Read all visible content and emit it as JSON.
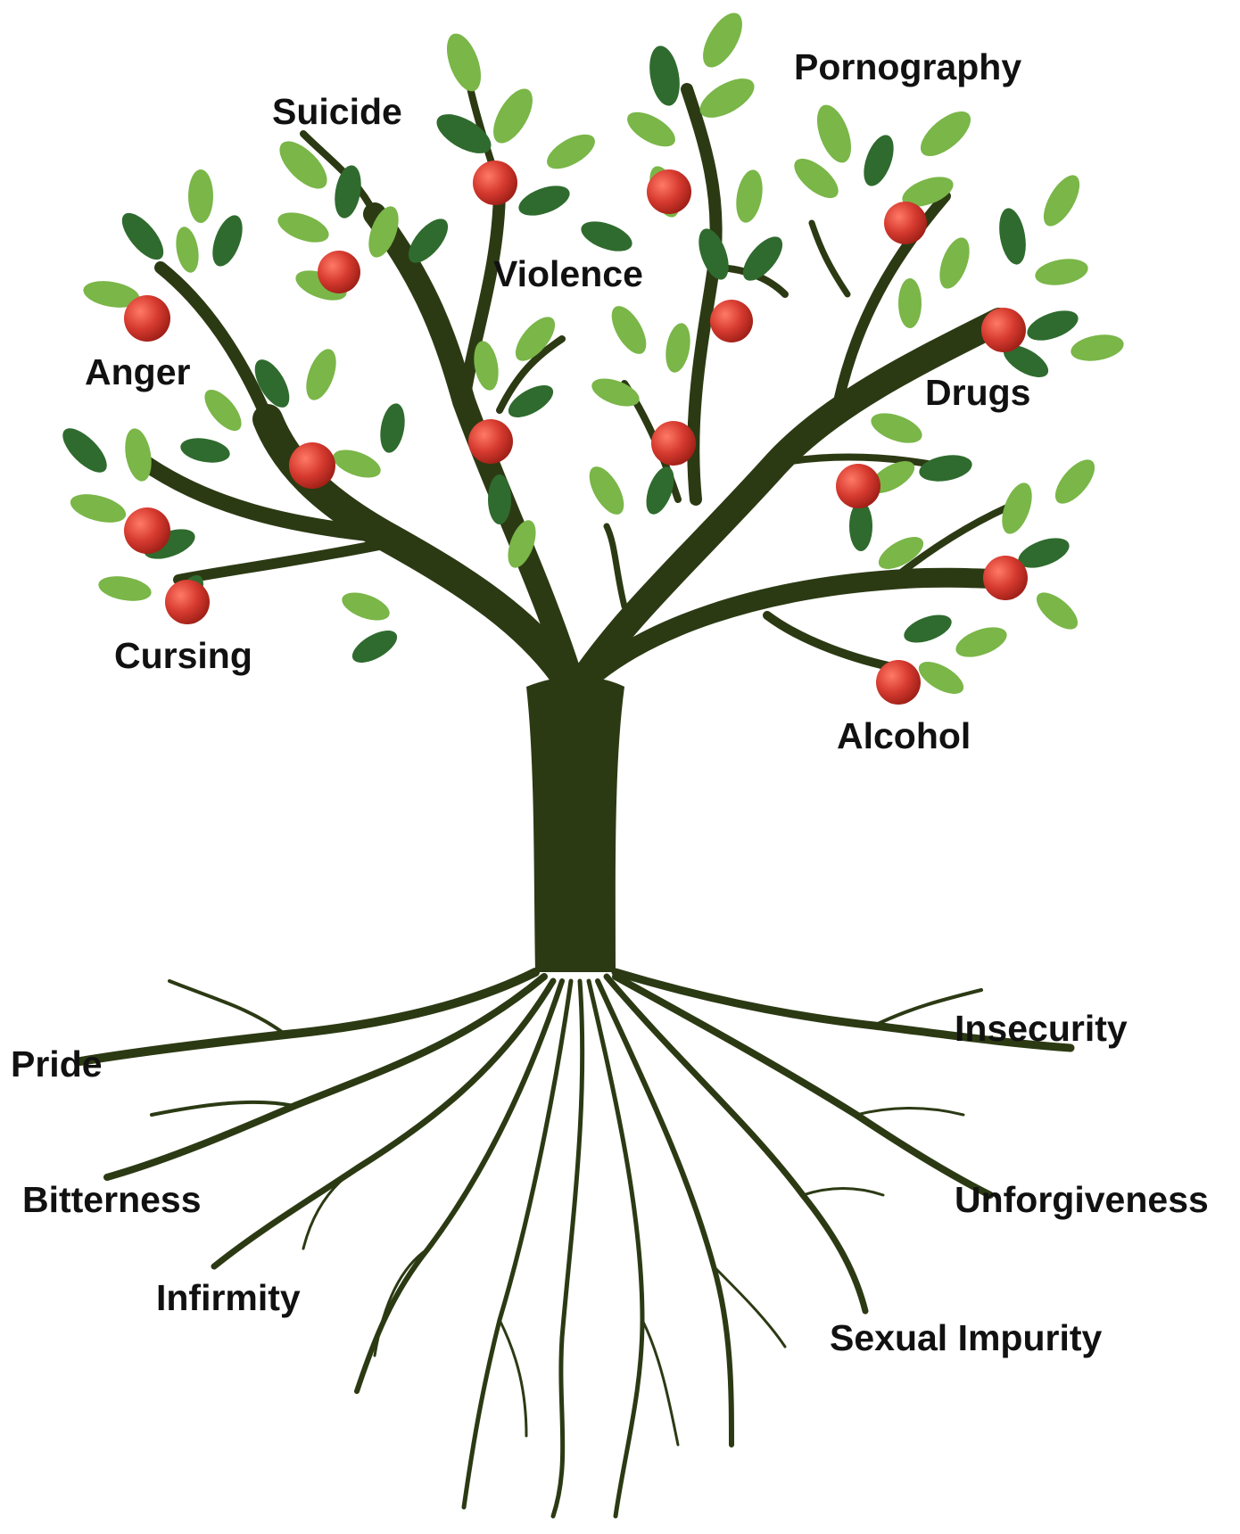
{
  "fruit_labels": {
    "pornography": "Pornography",
    "suicide": "Suicide",
    "violence": "Violence",
    "anger": "Anger",
    "drugs": "Drugs",
    "cursing": "Cursing",
    "alcohol": "Alcohol"
  },
  "root_labels": {
    "insecurity": "Insecurity",
    "pride": "Pride",
    "bitterness": "Bitterness",
    "unforgiveness": "Unforgiveness",
    "infirmity": "Infirmity",
    "sexual_impurity": "Sexual Impurity"
  },
  "colors": {
    "trunk": "#2c3a14",
    "leaf_light": "#7ab648",
    "leaf_dark": "#2f6b2e",
    "apple": "#d63a2f",
    "text": "#111111"
  }
}
